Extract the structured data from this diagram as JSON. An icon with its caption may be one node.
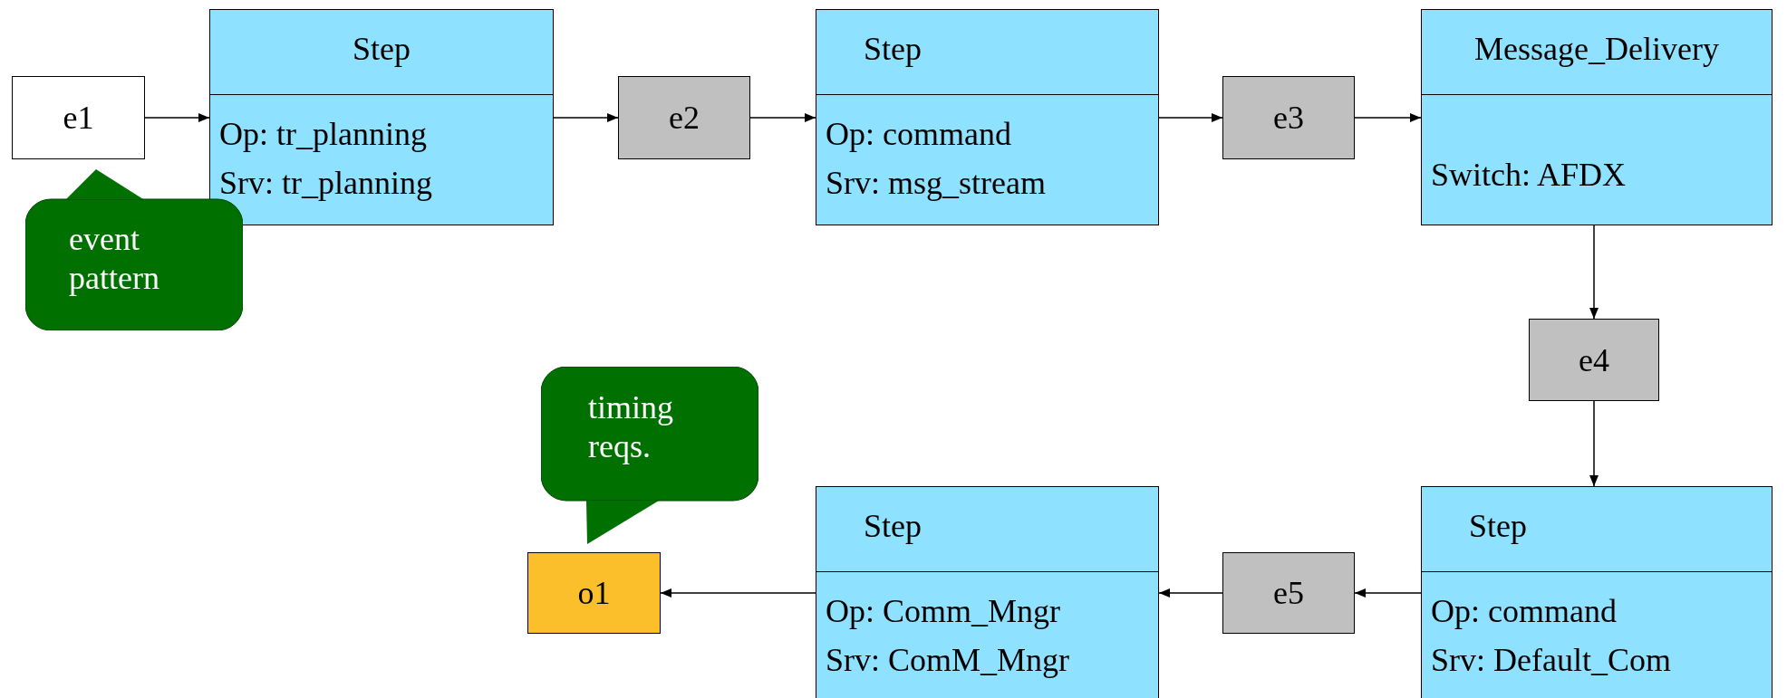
{
  "diagram": {
    "nodes": [
      {
        "text": [
          "e1"
        ]
      },
      {
        "text": [
          "Step",
          "Op: tr_planning",
          "Srv: tr_planning"
        ]
      },
      {
        "text": [
          "event pattern"
        ]
      },
      {
        "text": [
          "e2"
        ]
      },
      {
        "text": [
          "Step",
          "Op: command",
          "Srv: msg_stream"
        ]
      },
      {
        "text": [
          "e3"
        ]
      },
      {
        "text": [
          "Message_Delivery",
          "Switch: AFDX"
        ]
      },
      {
        "text": [
          "e4"
        ]
      },
      {
        "text": [
          "timing reqs."
        ]
      },
      {
        "text": [
          "o1"
        ]
      },
      {
        "text": [
          "Step",
          "Op: Comm_Mngr",
          "Srv: ComM_Mngr"
        ]
      },
      {
        "text": [
          "e5"
        ]
      },
      {
        "text": [
          "Step",
          "Op: command",
          "Srv: Default_Com"
        ]
      }
    ],
    "edges": [
      {
        "from": 0,
        "to": 1,
        "arrow": "to"
      },
      {
        "from": 1,
        "to": 3,
        "arrow": "to"
      },
      {
        "from": 3,
        "to": 4,
        "arrow": "to"
      },
      {
        "from": 4,
        "to": 5,
        "arrow": "to"
      },
      {
        "from": 5,
        "to": 6,
        "arrow": "to"
      },
      {
        "from": 6,
        "to": 7,
        "arrow": "to"
      },
      {
        "from": 7,
        "to": 12,
        "arrow": "to"
      },
      {
        "from": 12,
        "to": 11,
        "arrow": "to"
      },
      {
        "from": 11,
        "to": 10,
        "arrow": "to"
      },
      {
        "from": 10,
        "to": 9,
        "arrow": "to"
      }
    ]
  }
}
